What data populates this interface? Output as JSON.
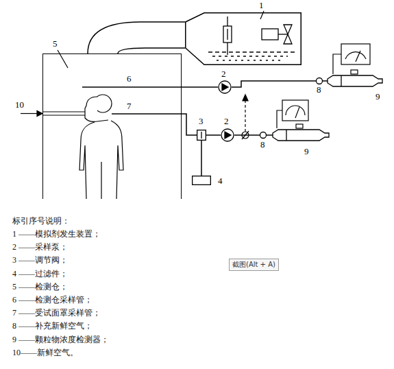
{
  "diagram": {
    "nodes": [
      {
        "text": [
          "1"
        ]
      },
      {
        "text": [
          "5"
        ]
      },
      {
        "text": [
          "2"
        ]
      },
      {
        "text": [
          "8"
        ]
      },
      {
        "text": [
          "9"
        ]
      },
      {
        "text": [
          "3"
        ]
      },
      {
        "text": [
          "4"
        ]
      },
      {
        "text": [
          "2"
        ]
      },
      {
        "text": [
          "8"
        ]
      },
      {
        "text": [
          "9"
        ]
      }
    ],
    "edges": [
      {
        "from": 0,
        "to": 1,
        "arrow": "none"
      },
      {
        "from": 1,
        "to": 2,
        "arrow": "none"
      },
      {
        "from": 2,
        "to": 3,
        "arrow": "none"
      },
      {
        "from": 3,
        "to": 4,
        "arrow": "none"
      },
      {
        "from": 1,
        "to": 5,
        "arrow": "none"
      },
      {
        "from": 6,
        "to": 5,
        "arrow": "none"
      },
      {
        "from": 5,
        "to": 7,
        "arrow": "none"
      },
      {
        "from": 7,
        "to": 8,
        "arrow": "none"
      },
      {
        "from": 8,
        "to": 9,
        "arrow": "none"
      }
    ],
    "labels": [
      "6",
      "7",
      "10",
      "标引序号说明：",
      "1 ——模拟剂发生装置；",
      "2 ——采样泵；",
      "3 ——调节阀；",
      "4 ——过滤件；",
      "5 ——检测仓；",
      "6 ——检测仓采样管；",
      "7 ——受试面罩采样管；",
      "8 ——补充新鲜空气；",
      "9 ——颗粒物浓度检测器；",
      "10——新鲜空气。",
      "截图(Alt + A)"
    ]
  }
}
